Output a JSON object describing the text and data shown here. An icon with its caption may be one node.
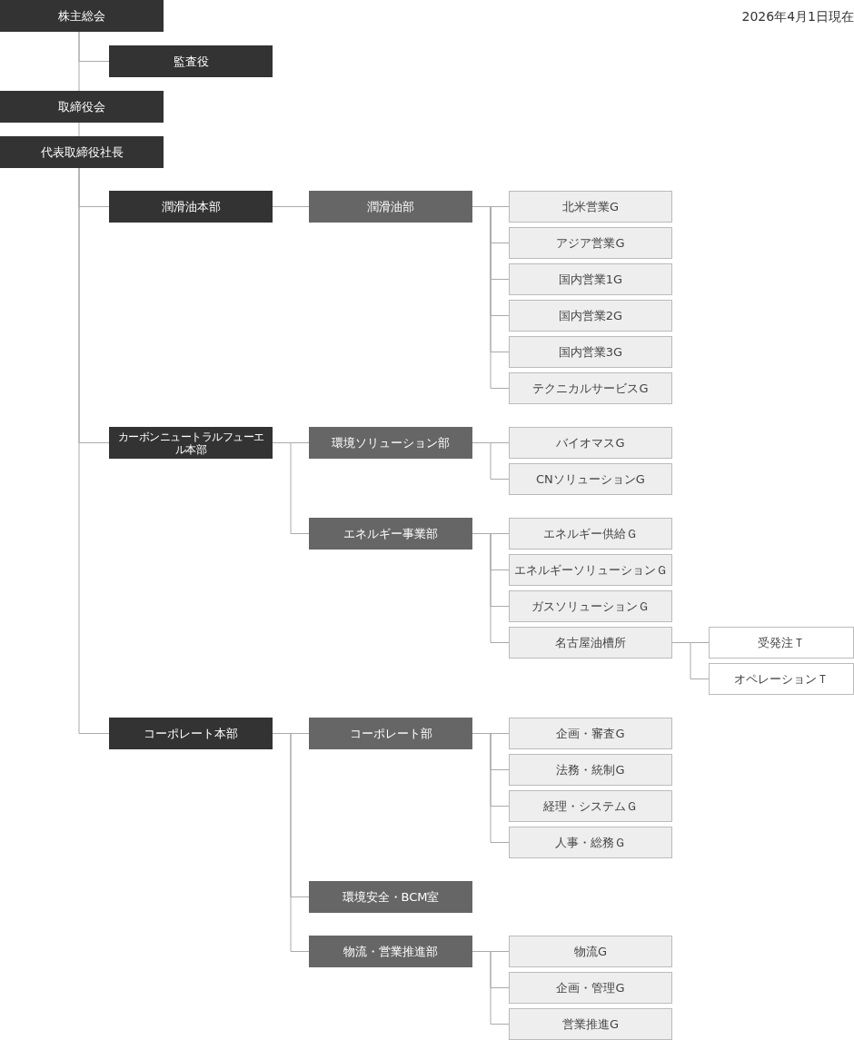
{
  "diagram": {
    "nodes": [
      {
        "text": [
          "株主総会"
        ]
      },
      {
        "text": [
          "監査役"
        ]
      },
      {
        "text": [
          "取締役会"
        ]
      },
      {
        "text": [
          "代表取締役社長"
        ]
      },
      {
        "text": [
          "潤滑油本部"
        ]
      },
      {
        "text": [
          "潤滑油部"
        ]
      },
      {
        "text": [
          "北米営業G"
        ]
      },
      {
        "text": [
          "アジア営業G"
        ]
      },
      {
        "text": [
          "国内営業1G"
        ]
      },
      {
        "text": [
          "国内営業2G"
        ]
      },
      {
        "text": [
          "国内営業3G"
        ]
      },
      {
        "text": [
          "テクニカルサービスG"
        ]
      },
      {
        "text": [
          "カーボンニュートラルフューエル本部"
        ]
      },
      {
        "text": [
          "環境ソリューション部"
        ]
      },
      {
        "text": [
          "バイオマスG"
        ]
      },
      {
        "text": [
          "CNソリューションG"
        ]
      },
      {
        "text": [
          "エネルギー事業部"
        ]
      },
      {
        "text": [
          "エネルギー供給Ｇ"
        ]
      },
      {
        "text": [
          "エネルギーソリューションＧ"
        ]
      },
      {
        "text": [
          "ガスソリューションＧ"
        ]
      },
      {
        "text": [
          "名古屋油槽所"
        ]
      },
      {
        "text": [
          "受発注Ｔ"
        ]
      },
      {
        "text": [
          "オペレーションＴ"
        ]
      },
      {
        "text": [
          "コーポレート本部"
        ]
      },
      {
        "text": [
          "コーポレート部"
        ]
      },
      {
        "text": [
          "企画・審査G"
        ]
      },
      {
        "text": [
          "法務・統制G"
        ]
      },
      {
        "text": [
          "経理・システムＧ"
        ]
      },
      {
        "text": [
          "人事・総務Ｇ"
        ]
      },
      {
        "text": [
          "環境安全・BCM室"
        ]
      },
      {
        "text": [
          "物流・営業推進部"
        ]
      },
      {
        "text": [
          "物流G"
        ]
      },
      {
        "text": [
          "企画・管理G"
        ]
      },
      {
        "text": [
          "営業推進G"
        ]
      }
    ],
    "edges": [
      {
        "from": 0,
        "to": 1,
        "arrow": "none"
      },
      {
        "from": 0,
        "to": 2,
        "arrow": "none"
      },
      {
        "from": 2,
        "to": 3,
        "arrow": "none"
      },
      {
        "from": 3,
        "to": 4,
        "arrow": "none"
      },
      {
        "from": 3,
        "to": 12,
        "arrow": "none"
      },
      {
        "from": 3,
        "to": 23,
        "arrow": "none"
      },
      {
        "from": 4,
        "to": 5,
        "arrow": "none"
      },
      {
        "from": 5,
        "to": 6,
        "arrow": "none"
      },
      {
        "from": 5,
        "to": 7,
        "arrow": "none"
      },
      {
        "from": 5,
        "to": 8,
        "arrow": "none"
      },
      {
        "from": 5,
        "to": 9,
        "arrow": "none"
      },
      {
        "from": 5,
        "to": 10,
        "arrow": "none"
      },
      {
        "from": 5,
        "to": 11,
        "arrow": "none"
      },
      {
        "from": 12,
        "to": 13,
        "arrow": "none"
      },
      {
        "from": 12,
        "to": 16,
        "arrow": "none"
      },
      {
        "from": 13,
        "to": 14,
        "arrow": "none"
      },
      {
        "from": 13,
        "to": 15,
        "arrow": "none"
      },
      {
        "from": 16,
        "to": 17,
        "arrow": "none"
      },
      {
        "from": 16,
        "to": 18,
        "arrow": "none"
      },
      {
        "from": 16,
        "to": 19,
        "arrow": "none"
      },
      {
        "from": 16,
        "to": 20,
        "arrow": "none"
      },
      {
        "from": 20,
        "to": 21,
        "arrow": "none"
      },
      {
        "from": 20,
        "to": 22,
        "arrow": "none"
      },
      {
        "from": 23,
        "to": 24,
        "arrow": "none"
      },
      {
        "from": 23,
        "to": 29,
        "arrow": "none"
      },
      {
        "from": 23,
        "to": 30,
        "arrow": "none"
      },
      {
        "from": 24,
        "to": 25,
        "arrow": "none"
      },
      {
        "from": 24,
        "to": 26,
        "arrow": "none"
      },
      {
        "from": 24,
        "to": 27,
        "arrow": "none"
      },
      {
        "from": 24,
        "to": 28,
        "arrow": "none"
      },
      {
        "from": 30,
        "to": 31,
        "arrow": "none"
      },
      {
        "from": 30,
        "to": 32,
        "arrow": "none"
      },
      {
        "from": 30,
        "to": 33,
        "arrow": "none"
      }
    ],
    "labels": [
      "2026年4月1日現在"
    ]
  }
}
